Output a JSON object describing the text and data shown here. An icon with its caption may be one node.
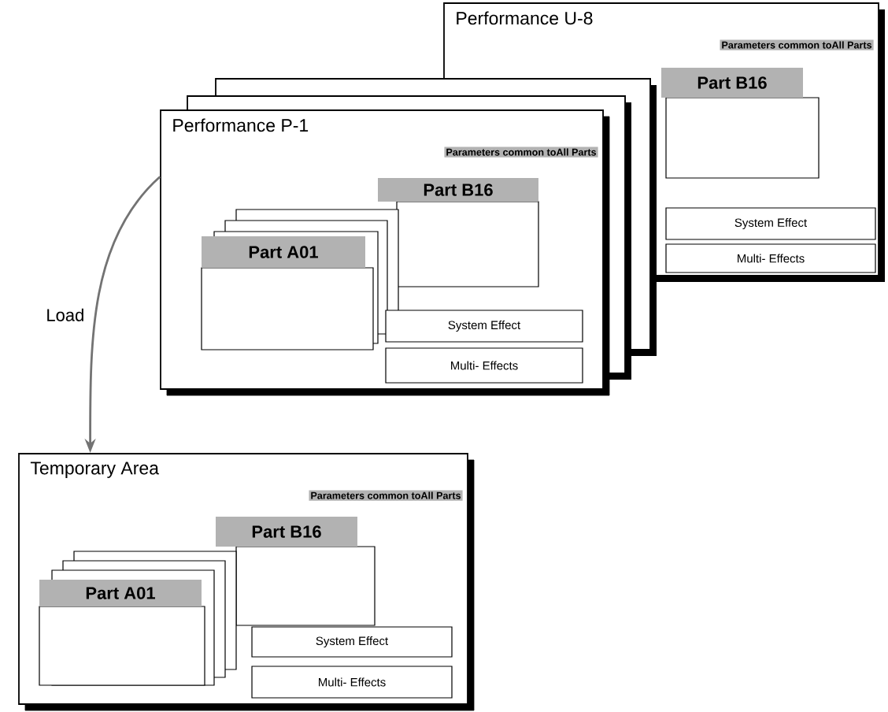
{
  "diagram": {
    "nodes": [
      {
        "text": [
          "Performance U-8",
          "Parameters common toAll Parts"
        ]
      },
      {
        "text": [
          "Part B16"
        ],
        "in": 0
      },
      {
        "text": [
          "System Effect"
        ],
        "in": 0
      },
      {
        "text": [
          "Multi- Effects"
        ],
        "in": 0
      },
      {
        "text": [],
        "shape": "box"
      },
      {
        "text": [],
        "shape": "box"
      },
      {
        "text": [
          "Performance P-1",
          "Parameters common toAll Parts"
        ]
      },
      {
        "text": [
          "Part B16"
        ],
        "in": 6
      },
      {
        "text": [
          "Part A01"
        ],
        "in": 6
      },
      {
        "text": [
          "System Effect"
        ],
        "in": 6
      },
      {
        "text": [
          "Multi- Effects"
        ],
        "in": 6
      },
      {
        "text": [
          "Temporary Area",
          "Parameters common toAll Parts"
        ]
      },
      {
        "text": [
          "Part B16"
        ],
        "in": 11
      },
      {
        "text": [
          "Part A01"
        ],
        "in": 11
      },
      {
        "text": [
          "System Effect"
        ],
        "in": 11
      },
      {
        "text": [
          "Multi- Effects"
        ],
        "in": 11
      }
    ],
    "edges": [
      {
        "from": 6,
        "to": 11,
        "arrow": "to",
        "label": "Load"
      }
    ]
  }
}
